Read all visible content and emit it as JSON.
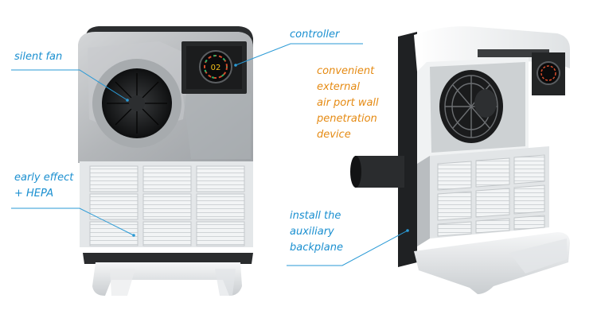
{
  "labels": {
    "silent_fan": "silent fan",
    "controller": "controller",
    "early_effect_line1": "early effect",
    "early_effect_line2": "+ HEPA",
    "port_lines": [
      "convenient",
      "external",
      "air port wall",
      "penetration",
      "device"
    ],
    "backplane_lines": [
      "install the",
      "auxiliary",
      "backplane"
    ]
  },
  "colors": {
    "label_blue": "#1a8fd0",
    "label_orange": "#e58a12",
    "leader_line": "#2a9ad6",
    "housing_gray": "#b9bcbf",
    "filter_white": "#f1f3f4",
    "dark_panel": "#262829"
  },
  "display": {
    "icon": "round-display-icon",
    "screen_text": "02"
  }
}
